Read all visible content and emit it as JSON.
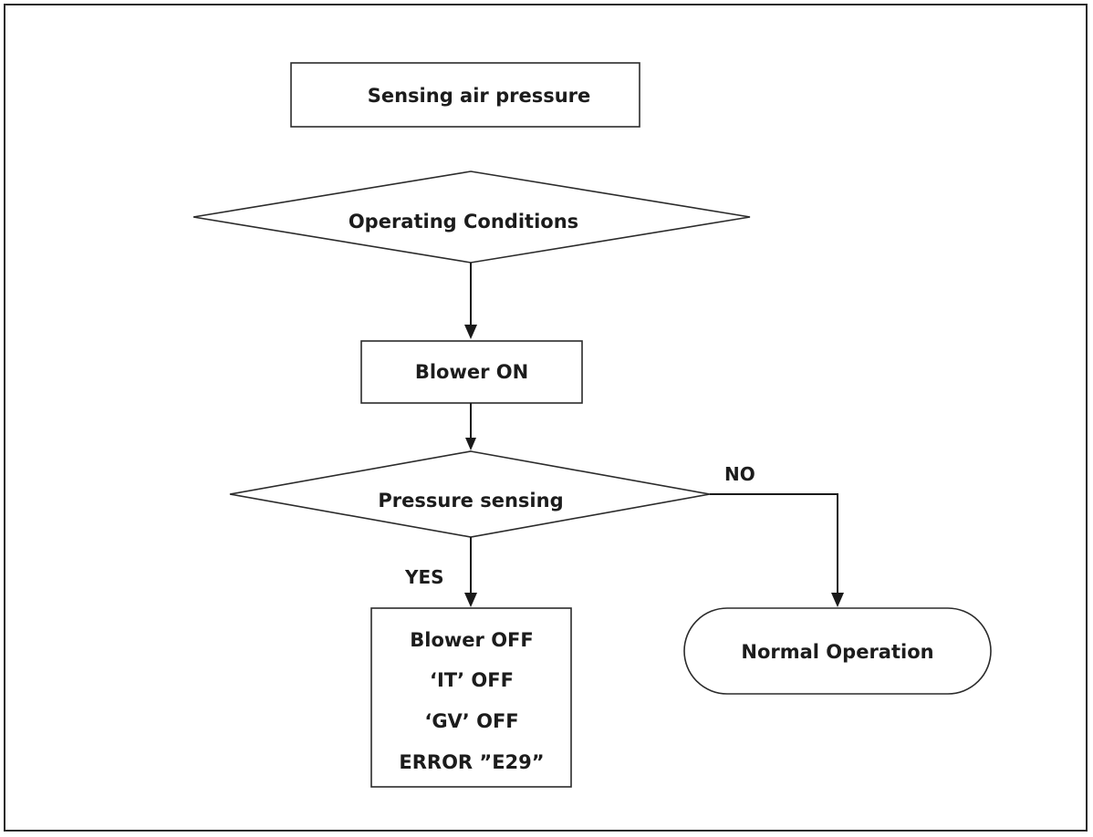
{
  "flowchart": {
    "nodes": {
      "start": {
        "label": "Sensing air pressure"
      },
      "operating_conditions": {
        "label": "Operating Conditions"
      },
      "blower_on": {
        "label": "Blower ON"
      },
      "pressure_sensing": {
        "label": "Pressure sensing"
      },
      "error_box": {
        "lines": [
          "Blower OFF",
          "‘IT’ OFF",
          "‘GV’ OFF",
          "ERROR ”E29”"
        ]
      },
      "normal_operation": {
        "label": "Normal Operation"
      }
    },
    "edges": {
      "no_label": "NO",
      "yes_label": "YES"
    }
  }
}
